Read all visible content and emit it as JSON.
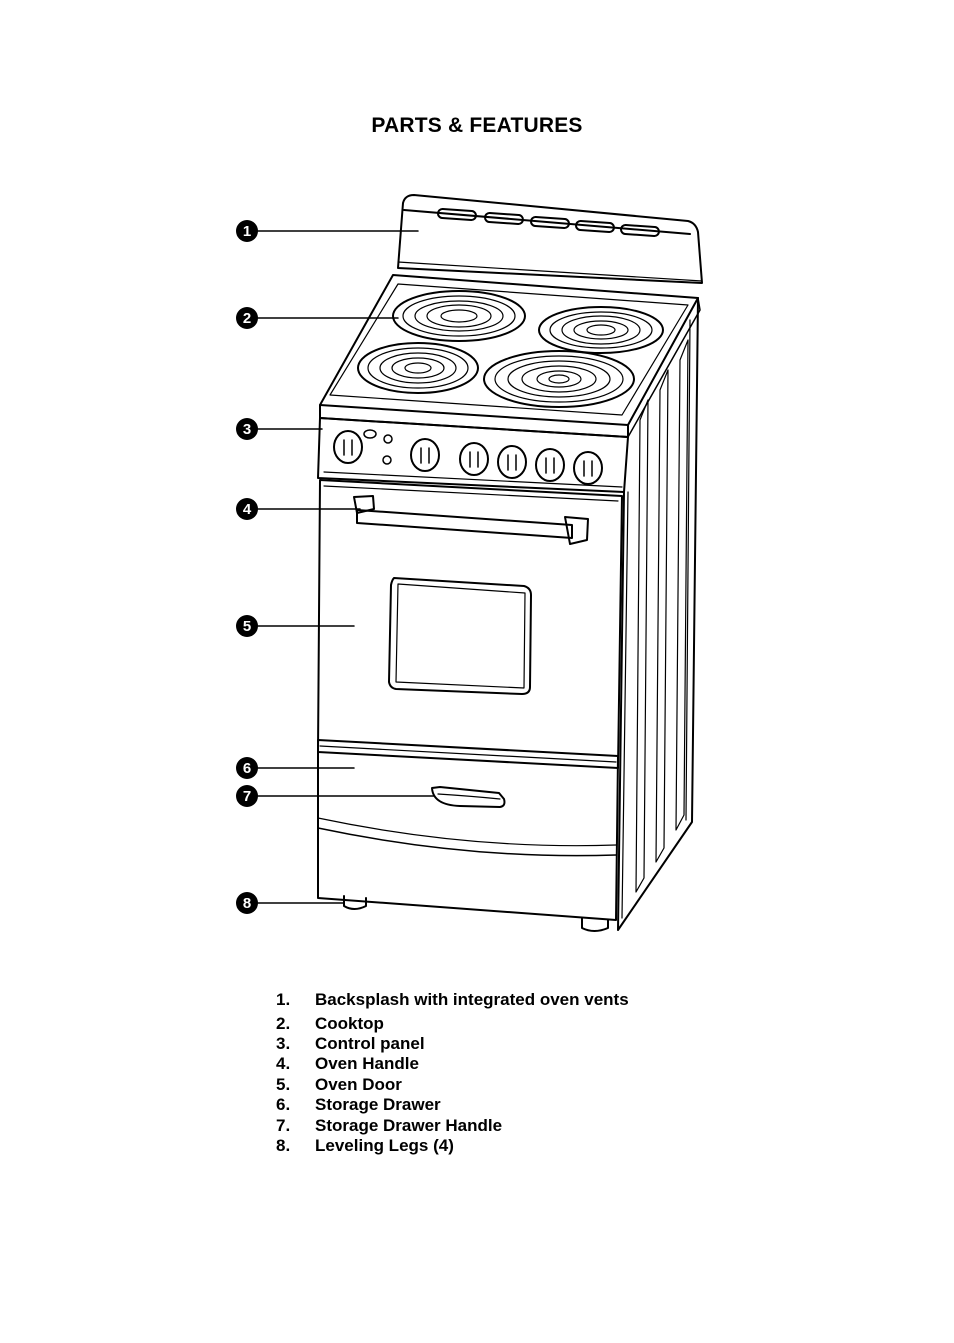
{
  "title": "PARTS & FEATURES",
  "callouts": [
    "1",
    "2",
    "3",
    "4",
    "5",
    "6",
    "7",
    "8"
  ],
  "parts": [
    {
      "number": "1.",
      "label": "Backsplash with integrated oven vents"
    },
    {
      "number": "2.",
      "label": "Cooktop"
    },
    {
      "number": "3.",
      "label": "Control panel"
    },
    {
      "number": "4.",
      "label": "Oven Handle"
    },
    {
      "number": "5.",
      "label": "Oven Door"
    },
    {
      "number": "6.",
      "label": "Storage Drawer"
    },
    {
      "number": "7.",
      "label": "Storage Drawer Handle"
    },
    {
      "number": "8.",
      "label": "Leveling Legs (4)"
    }
  ]
}
